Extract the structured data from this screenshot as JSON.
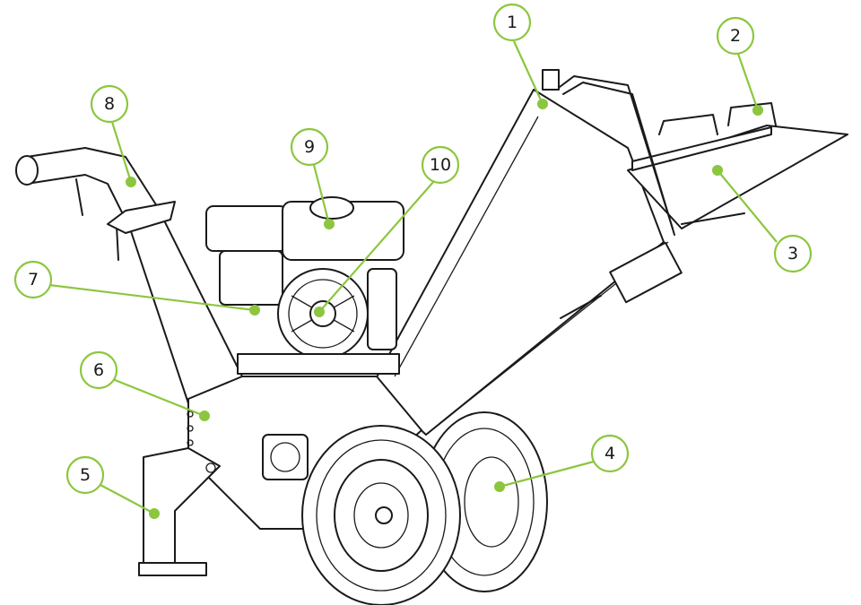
{
  "colors": {
    "accent": "#8cc63f",
    "line": "#1a1a1a",
    "background": "#ffffff"
  },
  "callouts": [
    {
      "number": "1"
    },
    {
      "number": "2"
    },
    {
      "number": "3"
    },
    {
      "number": "4"
    },
    {
      "number": "5"
    },
    {
      "number": "6"
    },
    {
      "number": "7"
    },
    {
      "number": "8"
    },
    {
      "number": "9"
    },
    {
      "number": "10"
    }
  ]
}
